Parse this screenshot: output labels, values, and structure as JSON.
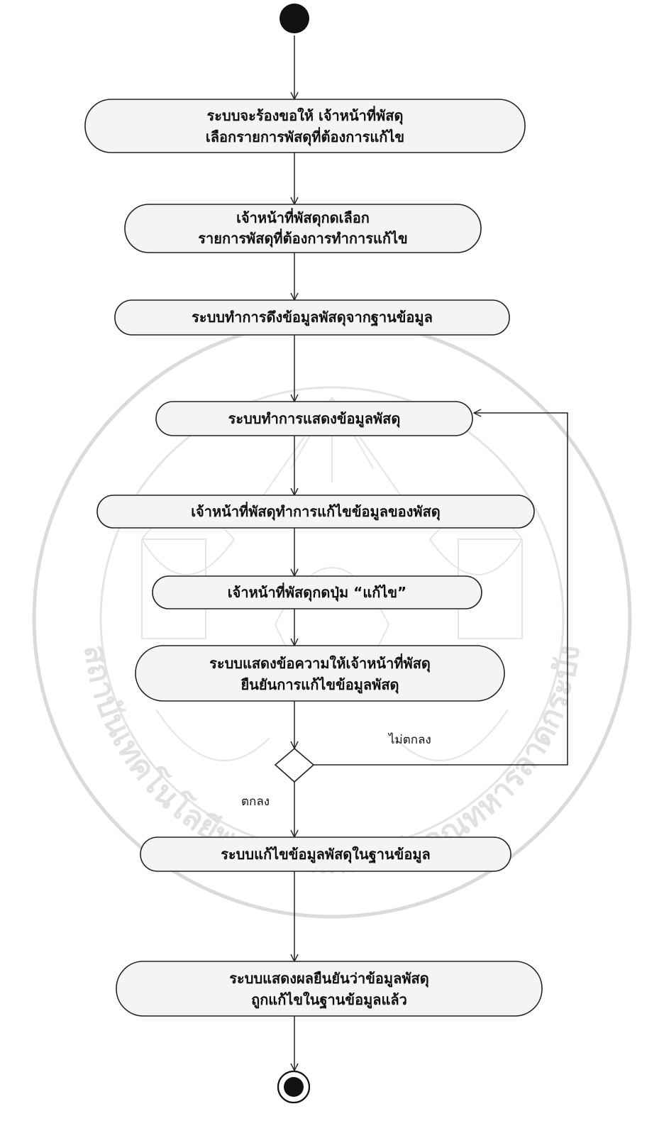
{
  "diagram": {
    "type": "activity-diagram",
    "nodes": [
      {
        "id": "n1",
        "lines": [
          "ระบบจะร้องขอให้ เจ้าหน้าที่พัสดุ",
          "เลือกรายการพัสดุที่ต้องการแก้ไข"
        ]
      },
      {
        "id": "n2",
        "lines": [
          "เจ้าหน้าที่พัสดุกดเลือก",
          "รายการพัสดุที่ต้องการทำการแก้ไข"
        ]
      },
      {
        "id": "n3",
        "lines": [
          "ระบบทำการดึงข้อมูลพัสดุจากฐานข้อมูล"
        ]
      },
      {
        "id": "n4",
        "lines": [
          "ระบบทำการแสดงข้อมูลพัสดุ"
        ]
      },
      {
        "id": "n5",
        "lines": [
          "เจ้าหน้าที่พัสดุทำการแก้ไขข้อมูลของพัสดุ"
        ]
      },
      {
        "id": "n6",
        "lines": [
          "เจ้าหน้าที่พัสดุกดปุ่ม “แก้ไข”"
        ]
      },
      {
        "id": "n7",
        "lines": [
          "ระบบแสดงข้อความให้เจ้าหน้าที่พัสดุ",
          "ยืนยันการแก้ไขข้อมูลพัสดุ"
        ]
      },
      {
        "id": "n8",
        "lines": [
          "ระบบแก้ไขข้อมูลพัสดุในฐานข้อมูล"
        ]
      },
      {
        "id": "n9",
        "lines": [
          "ระบบแสดงผลยืนยันว่าข้อมูลพัสดุ",
          "ถูกแก้ไขในฐานข้อมูลแล้ว"
        ]
      }
    ],
    "guards": {
      "reject": "ไม่ตกลง",
      "accept": "ตกลง"
    },
    "watermark": {
      "description": "university seal watermark",
      "text": "สถาบันเทคโนโลยีพระจอมเกล้าเจ้าคุณทหารลาดกระบัง"
    }
  }
}
